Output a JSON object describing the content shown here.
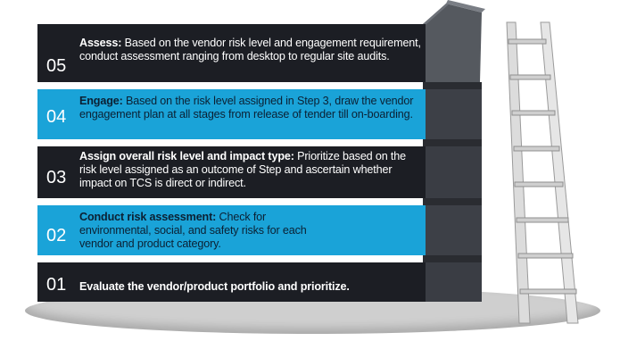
{
  "colors": {
    "dark_block": "#1c1e24",
    "blue_block": "#1aa3d8",
    "side_dark": "#3a3d44",
    "side_dark_top": "#585c63",
    "side_blue": "#3a3d44",
    "base": "#cfcfcf",
    "ladder": "#d8d8d8"
  },
  "steps": [
    {
      "number": "05",
      "title": "Assess:",
      "body": " Based on the vendor risk level and engagement requirement,  conduct assessment ranging from desktop to regular site audits.",
      "style": "dark"
    },
    {
      "number": "04",
      "title": "Engage:",
      "body": " Based on the risk level assigned in Step 3, draw the vendor  engagement plan at all stages from release of tender till on-boarding.",
      "style": "blue"
    },
    {
      "number": "03",
      "title": "Assign overall risk level and impact type:",
      "body": " Prioritize based on the risk level assigned as an outcome of Step and ascertain whether impact on TCS is direct or indirect.",
      "style": "dark"
    },
    {
      "number": "02",
      "title": "Conduct risk assessment:",
      "body": " Check for environmental, social, and safety risks  for each vendor and product category.",
      "style": "blue"
    },
    {
      "number": "01",
      "title": "Evaluate the vendor/product portfolio and prioritize.",
      "body": "",
      "style": "dark"
    }
  ]
}
